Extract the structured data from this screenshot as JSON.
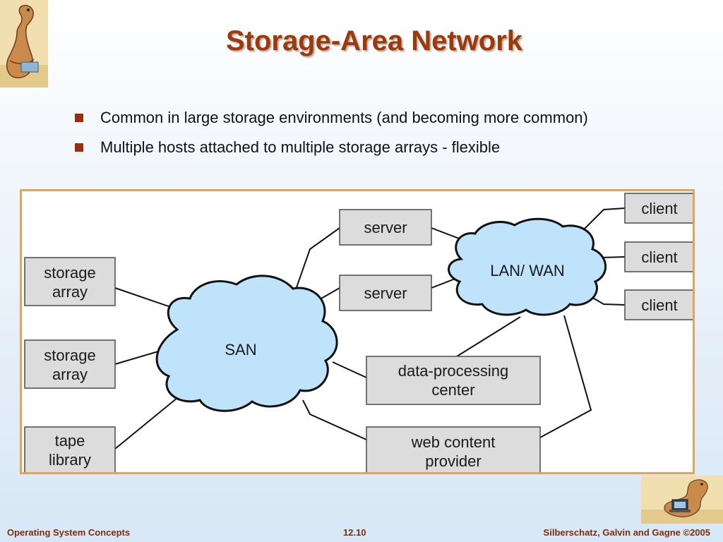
{
  "title": "Storage-Area Network",
  "bullets": [
    "Common in large storage environments (and becoming more common)",
    "Multiple hosts attached to multiple storage arrays - flexible"
  ],
  "diagram": {
    "san_label": "SAN",
    "lanwan_label": "LAN/ WAN",
    "storage_array_1": [
      "storage",
      "array"
    ],
    "storage_array_2": [
      "storage",
      "array"
    ],
    "tape_library": [
      "tape",
      "library"
    ],
    "server_1": "server",
    "server_2": "server",
    "client_1": "client",
    "client_2": "client",
    "client_3": "client",
    "data_processing": [
      "data-processing",
      "center"
    ],
    "web_content": [
      "web content",
      "provider"
    ]
  },
  "footer": {
    "left": "Operating System Concepts",
    "center": "12.10",
    "right": "Silberschatz, Galvin and Gagne ©2005"
  },
  "icons": {
    "top_left": "dinosaur-mascot-icon",
    "bottom_right": "dinosaur-laptop-mascot-icon"
  },
  "colors": {
    "title": "#9b3a0c",
    "bullet": "#9b2c0c",
    "frame_border": "#e2a35d",
    "cloud_fill": "#bfe3fb",
    "box_fill": "#dcdcdc",
    "footer_text": "#7a2e0c"
  }
}
